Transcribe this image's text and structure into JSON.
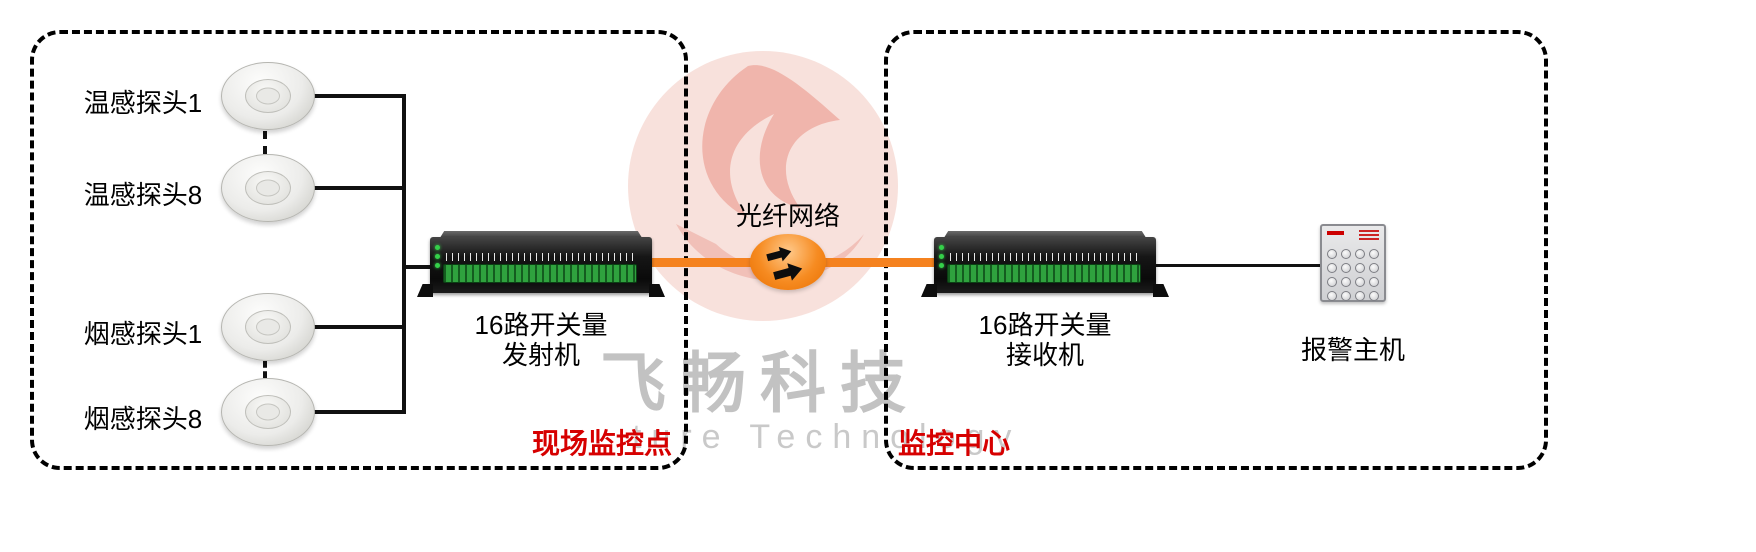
{
  "zones": {
    "field_label": "现场监控点",
    "center_label": "监控中心"
  },
  "detectors": [
    {
      "label": "温感探头1"
    },
    {
      "label": "温感探头8"
    },
    {
      "label": "烟感探头1"
    },
    {
      "label": "烟感探头8"
    }
  ],
  "transmitter": {
    "line1": "16路开关量",
    "line2": "发射机"
  },
  "receiver": {
    "line1": "16路开关量",
    "line2": "接收机"
  },
  "fiber": {
    "label": "光纤网络"
  },
  "alarm_host": {
    "label": "报警主机"
  },
  "watermark": {
    "brand": "飞畅科技",
    "subtext": "ture Technology"
  },
  "colors": {
    "fiber_orange": "#f5821f",
    "zone_label_red": "#d60000",
    "connector_black": "#111111",
    "terminal_green": "#2fa23e",
    "watermark_gray": "#b4b4b4",
    "watermark_pink": "#ecb0a4"
  }
}
